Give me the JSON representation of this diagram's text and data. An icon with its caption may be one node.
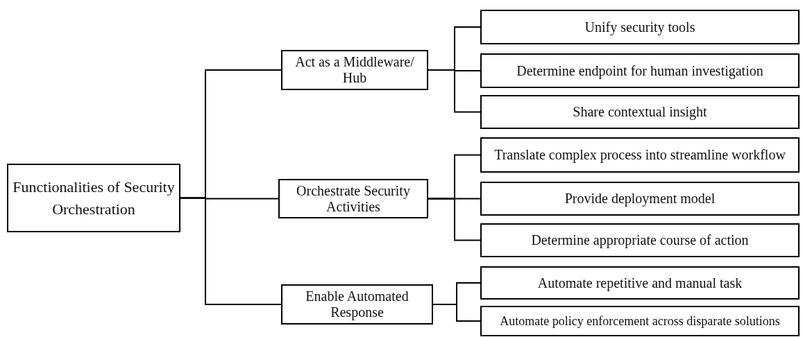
{
  "diagram": {
    "nodes": [
      {
        "text": [
          "Functionalities of Security Orchestration"
        ]
      },
      {
        "text": [
          "Act as a Middleware/ Hub"
        ]
      },
      {
        "text": [
          "Unify security tools"
        ]
      },
      {
        "text": [
          "Determine endpoint for human investigation"
        ]
      },
      {
        "text": [
          "Share contextual insight"
        ]
      },
      {
        "text": [
          "Orchestrate Security Activities"
        ]
      },
      {
        "text": [
          "Translate complex process into streamline workflow"
        ]
      },
      {
        "text": [
          "Provide deployment model"
        ]
      },
      {
        "text": [
          "Determine appropriate course of action"
        ]
      },
      {
        "text": [
          "Enable Automated Response"
        ]
      },
      {
        "text": [
          "Automate repetitive and manual task"
        ]
      },
      {
        "text": [
          "Automate policy enforcement across disparate solutions"
        ]
      }
    ],
    "edges": [
      {
        "from": 0,
        "to": 1,
        "arrow": "none"
      },
      {
        "from": 0,
        "to": 5,
        "arrow": "none"
      },
      {
        "from": 0,
        "to": 9,
        "arrow": "none"
      },
      {
        "from": 1,
        "to": 2,
        "arrow": "none"
      },
      {
        "from": 1,
        "to": 3,
        "arrow": "none"
      },
      {
        "from": 1,
        "to": 4,
        "arrow": "none"
      },
      {
        "from": 5,
        "to": 6,
        "arrow": "none"
      },
      {
        "from": 5,
        "to": 7,
        "arrow": "none"
      },
      {
        "from": 5,
        "to": 8,
        "arrow": "none"
      },
      {
        "from": 9,
        "to": 10,
        "arrow": "none"
      },
      {
        "from": 9,
        "to": 11,
        "arrow": "none"
      }
    ]
  }
}
